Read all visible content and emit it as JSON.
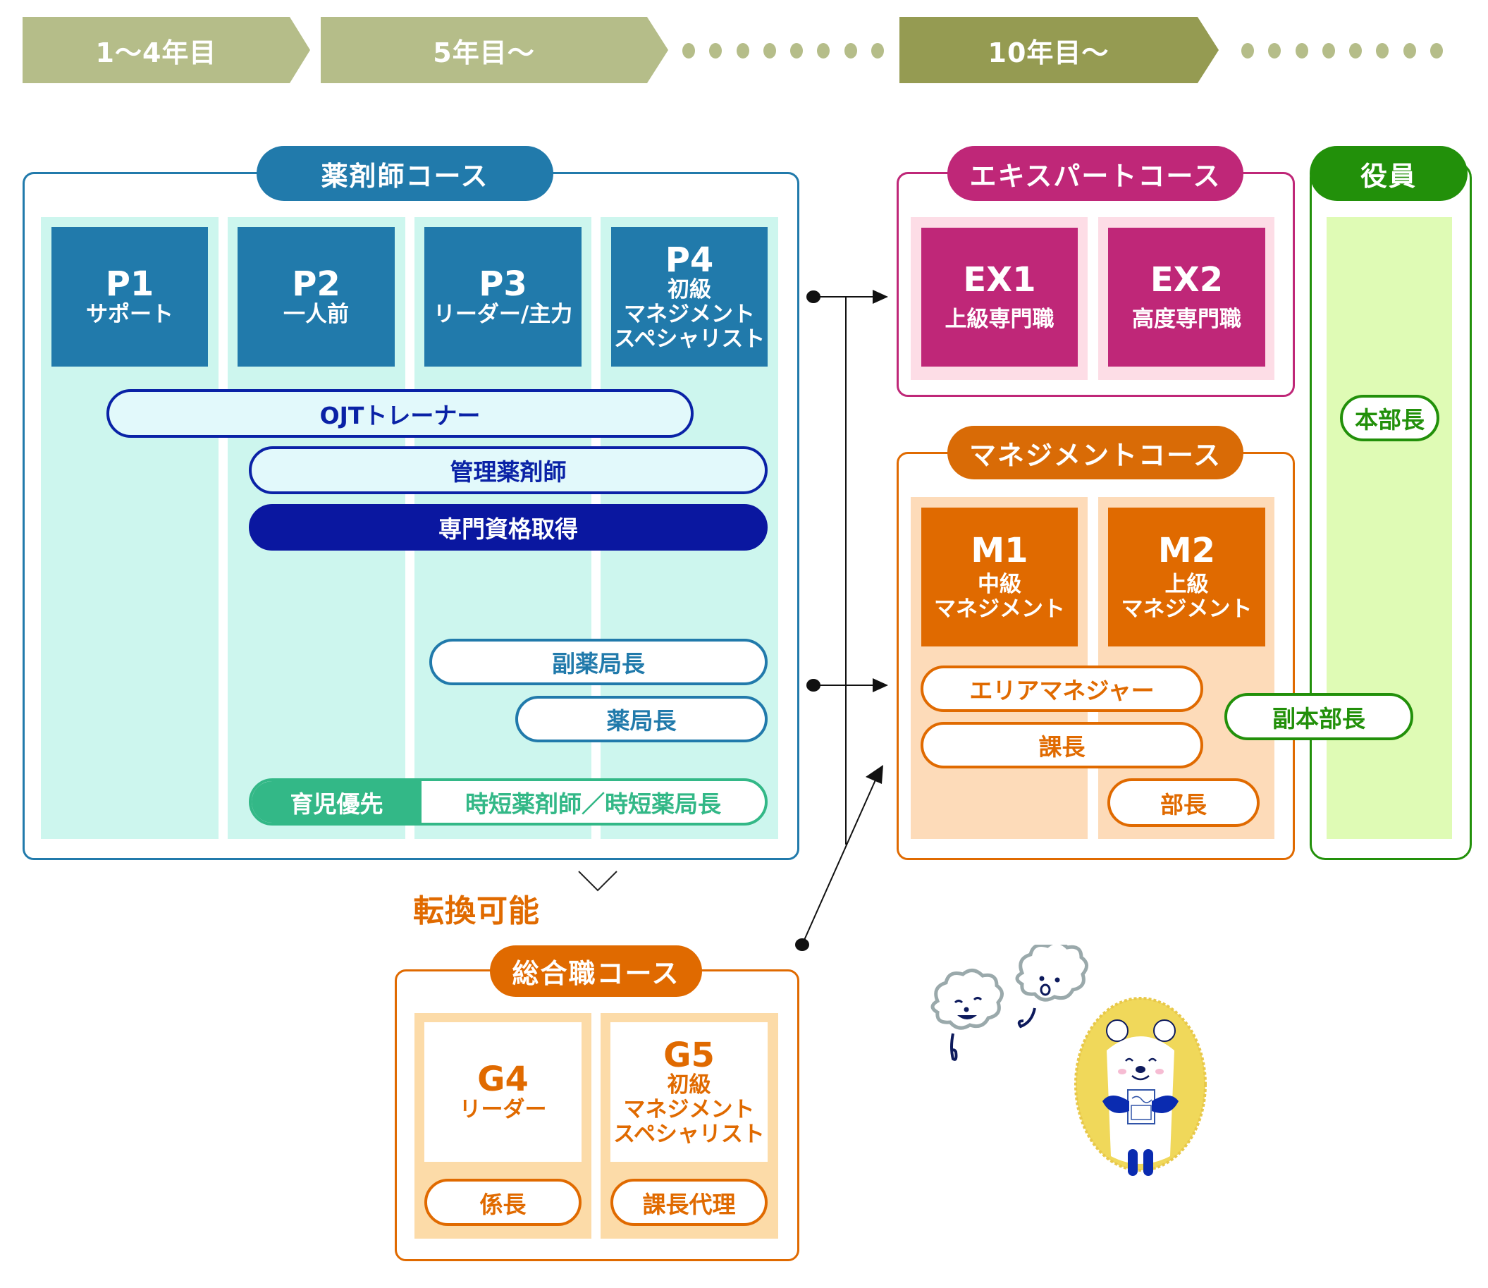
{
  "timeline": {
    "stages": [
      {
        "label": "1〜4年目"
      },
      {
        "label": "5年目〜"
      },
      {
        "label": "10年目〜"
      }
    ],
    "colors": {
      "light": "#b5bd89",
      "dark": "#959b52"
    }
  },
  "pharmacist_course": {
    "title": "薬剤師コース",
    "color": "#217aab",
    "grades": [
      {
        "code": "P1",
        "lines": [
          "サポート"
        ]
      },
      {
        "code": "P2",
        "lines": [
          "一人前"
        ]
      },
      {
        "code": "P3",
        "lines": [
          "リーダー/主力"
        ]
      },
      {
        "code": "P4",
        "lines": [
          "初級",
          "マネジメント",
          "スペシャリスト"
        ]
      }
    ],
    "roles": {
      "ojt_trainer": "OJTトレーナー",
      "managing_pharmacist": "管理薬剤師",
      "specialist_qualification": "専門資格取得",
      "deputy_pharmacy_manager": "副薬局長",
      "pharmacy_manager": "薬局長",
      "childcare_tag": "育児優先",
      "childcare_roles": "時短薬剤師／時短薬局長"
    }
  },
  "conversion_note": "転換可能",
  "general_course": {
    "title": "総合職コース",
    "color": "#e06a00",
    "grades": [
      {
        "code": "G4",
        "lines": [
          "リーダー"
        ],
        "role": "係長"
      },
      {
        "code": "G5",
        "lines": [
          "初級",
          "マネジメント",
          "スペシャリスト"
        ],
        "role": "課長代理"
      }
    ]
  },
  "expert_course": {
    "title": "エキスパートコース",
    "color": "#bf2778",
    "grades": [
      {
        "code": "EX1",
        "lines": [
          "上級専門職"
        ]
      },
      {
        "code": "EX2",
        "lines": [
          "高度専門職"
        ]
      }
    ]
  },
  "management_course": {
    "title": "マネジメントコース",
    "color": "#e06a00",
    "grades": [
      {
        "code": "M1",
        "lines": [
          "中級",
          "マネジメント"
        ]
      },
      {
        "code": "M2",
        "lines": [
          "上級",
          "マネジメント"
        ]
      }
    ],
    "roles": {
      "area_manager": "エリアマネジャー",
      "section_manager": "課長",
      "department_manager": "部長"
    }
  },
  "executive": {
    "title": "役員",
    "color": "#22900a",
    "roles": {
      "division_head": "本部長",
      "deputy_division_head": "副本部長"
    }
  },
  "illustration": {
    "mascot": "bear-mascot-holding-document",
    "companions": "two-cloud-characters"
  }
}
